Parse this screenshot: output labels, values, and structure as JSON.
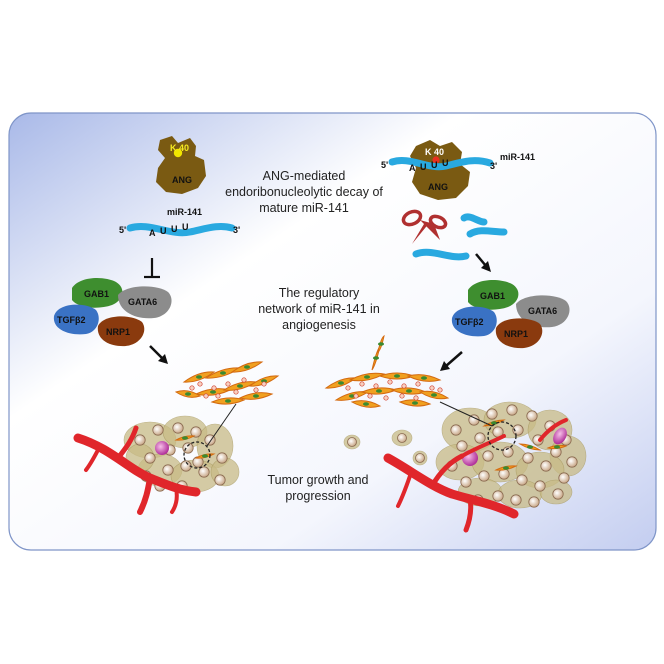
{
  "panel": {
    "center_text_top": [
      "ANG-mediated",
      "endoribonucleolytic  decay of",
      "mature miR-141"
    ],
    "center_text_mid": [
      "The regulatory",
      "network of miR-141 in",
      "angiogenesis"
    ],
    "center_text_bottom": [
      "Tumor growth and",
      "progression"
    ]
  },
  "left": {
    "ang_label": "ANG",
    "k40_label": "K 40",
    "mirna_label": "miR-141",
    "five_prime": "5'",
    "three_prime": "3'",
    "bases": [
      "A",
      "U",
      "U",
      "U"
    ],
    "proteins": [
      "GAB1",
      "GATA6",
      "TGFβ2",
      "NRP1"
    ]
  },
  "right": {
    "ang_label": "ANG",
    "k40_label": "K 40",
    "mirna_label": "miR-141",
    "five_prime": "5'",
    "three_prime": "3'",
    "bases": [
      "A",
      "U",
      "U",
      "U"
    ],
    "proteins": [
      "GAB1",
      "GATA6",
      "TGFβ2",
      "NRP1"
    ]
  },
  "colors": {
    "ang": "#7a5a12",
    "mirna": "#29a9e0",
    "gab1": "#3e8e2f",
    "gata6": "#8c8c8c",
    "tgfb2": "#3a72c4",
    "nrp1": "#8a3a0e",
    "vessel": "#e0262b",
    "scissors": "#b03030",
    "k40_left": "#f2e600",
    "k40_right": "#e83020"
  }
}
